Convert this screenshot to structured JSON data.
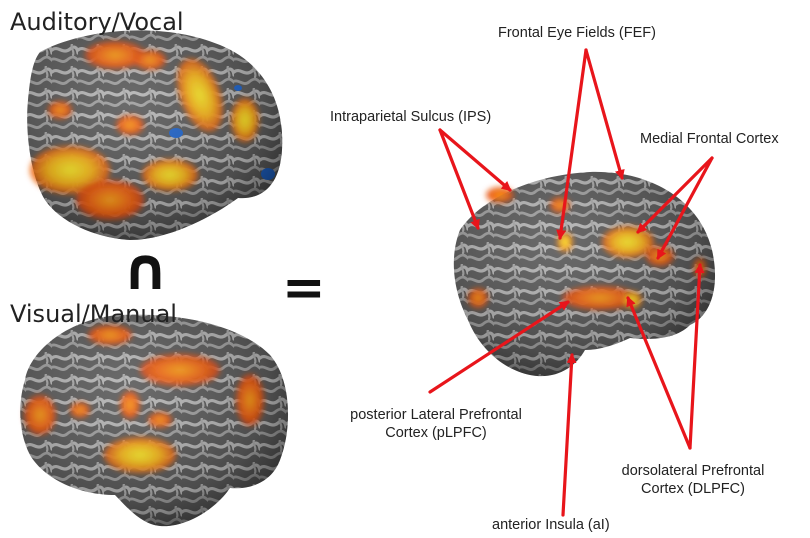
{
  "titles": {
    "auditory_vocal": "Auditory/Vocal",
    "visual_manual": "Visual/Manual"
  },
  "symbols": {
    "intersection": "∩",
    "equals": "="
  },
  "labels": {
    "fef": "Frontal Eye Fields (FEF)",
    "ips": "Intraparietal Sulcus (IPS)",
    "mfc": "Medial Frontal Cortex",
    "plpfc_line1": "posterior Lateral Prefrontal",
    "plpfc_line2": "Cortex (pLPFC)",
    "dlpfc_line1": "dorsolateral Prefrontal",
    "dlpfc_line2": "Cortex (DLPFC)",
    "ai": "anterior Insula (aI)"
  },
  "colors": {
    "arrow": "#e8151b",
    "cortex_dark": "#4a4a4a",
    "cortex_light": "#9a9a9a",
    "activation_orange": "#f05a10",
    "activation_yellow": "#f4e21a",
    "deactivation_blue": "#1f63c8"
  }
}
